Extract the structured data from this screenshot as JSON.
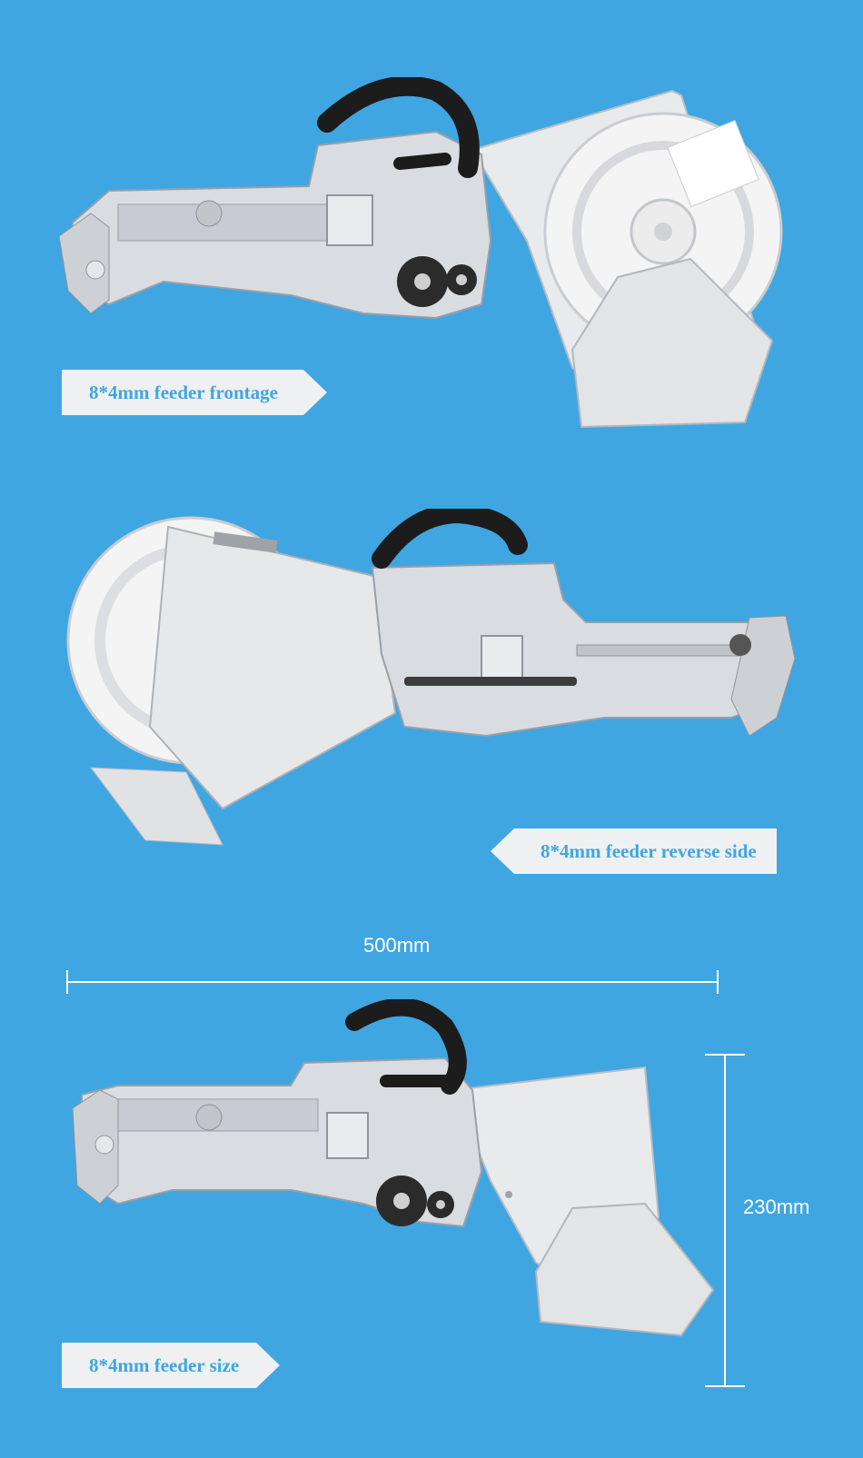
{
  "labels": {
    "frontage": "8*4mm feeder frontage",
    "reverse": "8*4mm feeder reverse side",
    "size": "8*4mm feeder size"
  },
  "dimensions": {
    "width": "500mm",
    "height": "230mm"
  },
  "colors": {
    "background": "#3fa6e2",
    "label_bg": "#eef0f2",
    "label_text": "#3fa6e2",
    "metal": "#d9dde2",
    "handle": "#1c1c1c"
  }
}
